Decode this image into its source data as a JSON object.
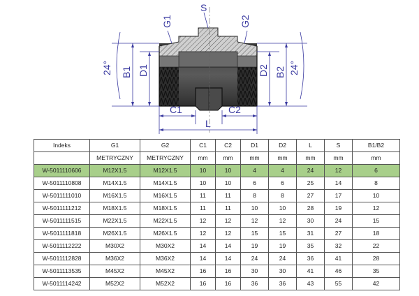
{
  "drawing": {
    "labels": {
      "g1": "G1",
      "s": "S",
      "g2": "G2",
      "b1": "B1",
      "d1": "D1",
      "d2": "D2",
      "b2": "B2",
      "c1": "C1",
      "c2": "C2",
      "l": "L",
      "angle_left": "24°",
      "angle_right": "24°"
    },
    "colors": {
      "dim": "#3a3aa0",
      "part": "#2b2b2b"
    }
  },
  "table": {
    "header": [
      "Indeks",
      "G1",
      "G2",
      "C1",
      "C2",
      "D1",
      "D2",
      "L",
      "S",
      "B1/B2"
    ],
    "units": [
      "",
      "METRYCZNY",
      "METRYCZNY",
      "mm",
      "mm",
      "mm",
      "mm",
      "mm",
      "mm",
      "mm"
    ],
    "highlight_row": 0,
    "highlight_color": "#a8cf8a",
    "rows": [
      [
        "W-5011110606",
        "M12X1.5",
        "M12X1.5",
        "10",
        "10",
        "4",
        "4",
        "24",
        "12",
        "6"
      ],
      [
        "W-5011110808",
        "M14X1.5",
        "M14X1.5",
        "10",
        "10",
        "6",
        "6",
        "25",
        "14",
        "8"
      ],
      [
        "W-5011111010",
        "M16X1.5",
        "M16X1.5",
        "11",
        "11",
        "8",
        "8",
        "27",
        "17",
        "10"
      ],
      [
        "W-5011111212",
        "M18X1.5",
        "M18X1.5",
        "11",
        "11",
        "10",
        "10",
        "28",
        "19",
        "12"
      ],
      [
        "W-5011111515",
        "M22X1.5",
        "M22X1.5",
        "12",
        "12",
        "12",
        "12",
        "30",
        "24",
        "15"
      ],
      [
        "W-5011111818",
        "M26X1.5",
        "M26X1.5",
        "12",
        "12",
        "15",
        "15",
        "31",
        "27",
        "18"
      ],
      [
        "W-5011112222",
        "M30X2",
        "M30X2",
        "14",
        "14",
        "19",
        "19",
        "35",
        "32",
        "22"
      ],
      [
        "W-5011112828",
        "M36X2",
        "M36X2",
        "14",
        "14",
        "24",
        "24",
        "36",
        "41",
        "28"
      ],
      [
        "W-5011113535",
        "M45X2",
        "M45X2",
        "16",
        "16",
        "30",
        "30",
        "41",
        "46",
        "35"
      ],
      [
        "W-5011114242",
        "M52X2",
        "M52X2",
        "16",
        "16",
        "36",
        "36",
        "43",
        "55",
        "42"
      ]
    ]
  }
}
